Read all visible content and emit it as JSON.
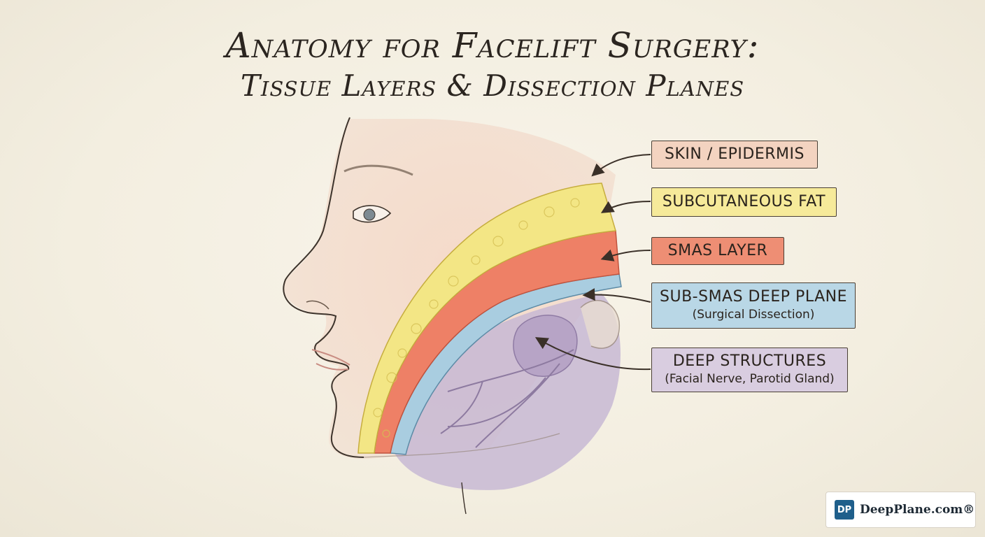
{
  "title": {
    "line1": "Anatomy for Facelift Surgery:",
    "line2": "Tissue Layers & Dissection Planes"
  },
  "labels": {
    "skin": {
      "main": "SKIN / EPIDERMIS",
      "color": "#f3d3c0"
    },
    "fat": {
      "main": "SUBCUTANEOUS FAT",
      "color": "#f6ea9a"
    },
    "smas": {
      "main": "SMAS LAYER",
      "color": "#ee8e74"
    },
    "sub_smas": {
      "main": "SUB-SMAS DEEP PLANE",
      "sub": "(Surgical Dissection)",
      "color": "#b9d7e6"
    },
    "deep": {
      "main": "DEEP STRUCTURES",
      "sub": "(Facial Nerve, Parotid Gland)",
      "color": "#d9cde0"
    }
  },
  "logo": {
    "badge": "DP",
    "text": "DeepPlane.com®"
  }
}
